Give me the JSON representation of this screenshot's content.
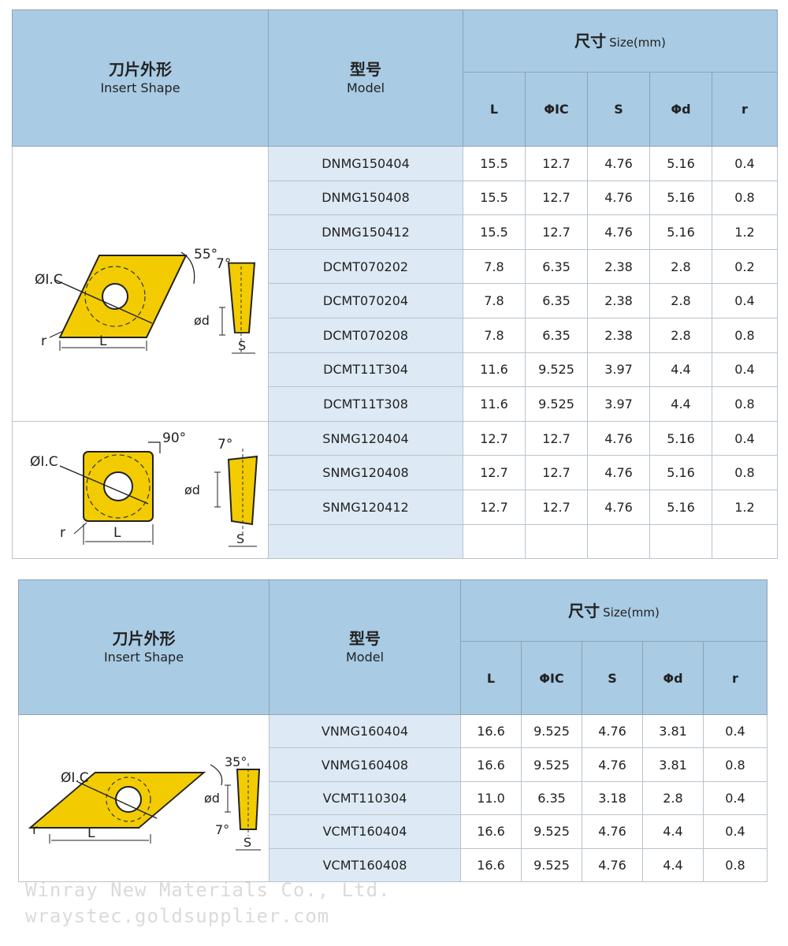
{
  "table1": {
    "header": {
      "shape_cn": "刀片外形",
      "shape_en": "Insert Shape",
      "model_cn": "型号",
      "model_en": "Model",
      "size_cn": "尺寸",
      "size_en": "Size(mm)",
      "cols": [
        "L",
        "ΦIC",
        "S",
        "Φd",
        "r"
      ]
    },
    "diagram_d": {
      "angle": "55°",
      "clearance": "7°",
      "ic": "ØI.C",
      "d": "ød",
      "r": "r",
      "L": "L",
      "S": "S"
    },
    "diagram_s": {
      "angle": "90°",
      "clearance": "7°",
      "ic": "ØI.C",
      "d": "ød",
      "r": "r",
      "L": "L",
      "S": "S"
    },
    "rows": [
      {
        "model": "DNMG150404",
        "L": "15.5",
        "IC": "12.7",
        "S": "4.76",
        "d": "5.16",
        "r": "0.4"
      },
      {
        "model": "DNMG150408",
        "L": "15.5",
        "IC": "12.7",
        "S": "4.76",
        "d": "5.16",
        "r": "0.8"
      },
      {
        "model": "DNMG150412",
        "L": "15.5",
        "IC": "12.7",
        "S": "4.76",
        "d": "5.16",
        "r": "1.2"
      },
      {
        "model": "DCMT070202",
        "L": "7.8",
        "IC": "6.35",
        "S": "2.38",
        "d": "2.8",
        "r": "0.2"
      },
      {
        "model": "DCMT070204",
        "L": "7.8",
        "IC": "6.35",
        "S": "2.38",
        "d": "2.8",
        "r": "0.4"
      },
      {
        "model": "DCMT070208",
        "L": "7.8",
        "IC": "6.35",
        "S": "2.38",
        "d": "2.8",
        "r": "0.8"
      },
      {
        "model": "DCMT11T304",
        "L": "11.6",
        "IC": "9.525",
        "S": "3.97",
        "d": "4.4",
        "r": "0.4"
      },
      {
        "model": "DCMT11T308",
        "L": "11.6",
        "IC": "9.525",
        "S": "3.97",
        "d": "4.4",
        "r": "0.8"
      },
      {
        "model": "SNMG120404",
        "L": "12.7",
        "IC": "12.7",
        "S": "4.76",
        "d": "5.16",
        "r": "0.4"
      },
      {
        "model": "SNMG120408",
        "L": "12.7",
        "IC": "12.7",
        "S": "4.76",
        "d": "5.16",
        "r": "0.8"
      },
      {
        "model": "SNMG120412",
        "L": "12.7",
        "IC": "12.7",
        "S": "4.76",
        "d": "5.16",
        "r": "1.2"
      },
      {
        "model": "",
        "L": "",
        "IC": "",
        "S": "",
        "d": "",
        "r": ""
      }
    ]
  },
  "table2": {
    "header": {
      "shape_cn": "刀片外形",
      "shape_en": "Insert Shape",
      "model_cn": "型号",
      "model_en": "Model",
      "size_cn": "尺寸",
      "size_en": "Size(mm)",
      "cols": [
        "L",
        "ΦIC",
        "S",
        "Φd",
        "r"
      ]
    },
    "diagram_v": {
      "angle": "35°",
      "clearance": "7°",
      "ic": "ØI.C",
      "d": "ød",
      "r": "r",
      "L": "L",
      "S": "S"
    },
    "rows": [
      {
        "model": "VNMG160404",
        "L": "16.6",
        "IC": "9.525",
        "S": "4.76",
        "d": "3.81",
        "r": "0.4"
      },
      {
        "model": "VNMG160408",
        "L": "16.6",
        "IC": "9.525",
        "S": "4.76",
        "d": "3.81",
        "r": "0.8"
      },
      {
        "model": "VCMT110304",
        "L": "11.0",
        "IC": "6.35",
        "S": "3.18",
        "d": "2.8",
        "r": "0.4"
      },
      {
        "model": "VCMT160404",
        "L": "16.6",
        "IC": "9.525",
        "S": "4.76",
        "d": "4.4",
        "r": "0.4"
      },
      {
        "model": "VCMT160408",
        "L": "16.6",
        "IC": "9.525",
        "S": "4.76",
        "d": "4.4",
        "r": "0.8"
      }
    ]
  },
  "watermark": {
    "line1": "Winray New Materials Co., Ltd.",
    "line2": "wraystec.goldsupplier.com"
  },
  "colors": {
    "header_bg": "#a9cbe4",
    "model_bg": "#dde9f4",
    "insert_yellow": "#f2cc00"
  }
}
